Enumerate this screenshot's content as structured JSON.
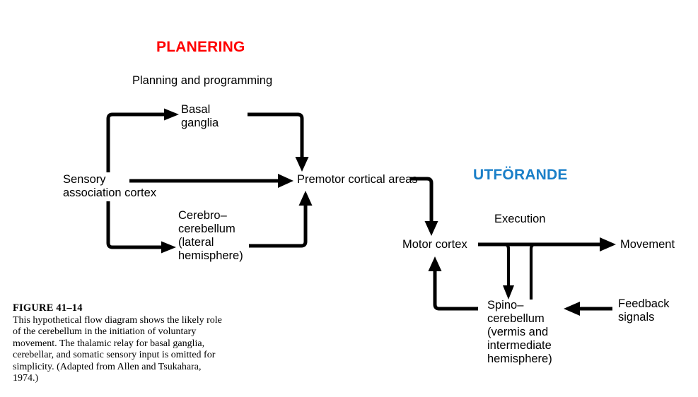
{
  "figure": {
    "headings": [
      {
        "name": "planering",
        "text": "PLANERING",
        "color": "#ff0000"
      },
      {
        "name": "utforande",
        "text": "UTFÖRANDE",
        "color": "#1a7fc8"
      }
    ],
    "nodes": [
      {
        "name": "planning-and-programming",
        "text": "Planning and programming"
      },
      {
        "name": "basal-ganglia",
        "text": "Basal\nganglia"
      },
      {
        "name": "sensory-association-cortex",
        "text": "Sensory\nassociation cortex"
      },
      {
        "name": "cerebro-cerebellum",
        "text": "Cerebro–\ncerebellum\n(lateral\nhemisphere)"
      },
      {
        "name": "premotor-cortical-areas",
        "text": "Premotor cortical areas"
      },
      {
        "name": "execution",
        "text": "Execution"
      },
      {
        "name": "motor-cortex",
        "text": "Motor cortex"
      },
      {
        "name": "movement",
        "text": "Movement"
      },
      {
        "name": "spino-cerebellum",
        "text": "Spino–\ncerebellum\n(vermis and\nintermediate\nhemisphere)"
      },
      {
        "name": "feedback-signals",
        "text": "Feedback\nsignals"
      }
    ],
    "caption": {
      "title": "FIGURE  41–14",
      "body": "This hypothetical flow diagram shows the likely role of the cerebellum in the initiation of voluntary movement. The thalamic relay for basal ganglia, cerebellar, and somatic sensory input is omitted for simplicity. (Adapted from Allen and Tsukahara, 1974.)"
    }
  },
  "chart_data": {
    "type": "diagram",
    "title": "FIGURE 41–14",
    "nodes": [
      "Planning and programming",
      "Basal ganglia",
      "Sensory association cortex",
      "Cerebro–cerebellum (lateral hemisphere)",
      "Premotor cortical areas",
      "Execution",
      "Motor cortex",
      "Movement",
      "Spino–cerebellum (vermis and intermediate hemisphere)",
      "Feedback signals"
    ],
    "edges": [
      {
        "from": "Sensory association cortex",
        "to": "Basal ganglia"
      },
      {
        "from": "Sensory association cortex",
        "to": "Premotor cortical areas"
      },
      {
        "from": "Sensory association cortex",
        "to": "Cerebro–cerebellum (lateral hemisphere)"
      },
      {
        "from": "Basal ganglia",
        "to": "Premotor cortical areas"
      },
      {
        "from": "Cerebro–cerebellum (lateral hemisphere)",
        "to": "Premotor cortical areas"
      },
      {
        "from": "Premotor cortical areas",
        "to": "Motor cortex"
      },
      {
        "from": "Motor cortex",
        "to": "Movement"
      },
      {
        "from": "Motor cortex",
        "to": "Spino–cerebellum (vermis and intermediate hemisphere)"
      },
      {
        "from": "Spino–cerebellum (vermis and intermediate hemisphere)",
        "to": "Motor cortex"
      },
      {
        "from": "Feedback signals",
        "to": "Spino–cerebellum (vermis and intermediate hemisphere)"
      }
    ],
    "groups": [
      {
        "label": "PLANERING",
        "color": "#ff0000"
      },
      {
        "label": "UTFÖRANDE",
        "color": "#1a7fc8"
      }
    ]
  }
}
